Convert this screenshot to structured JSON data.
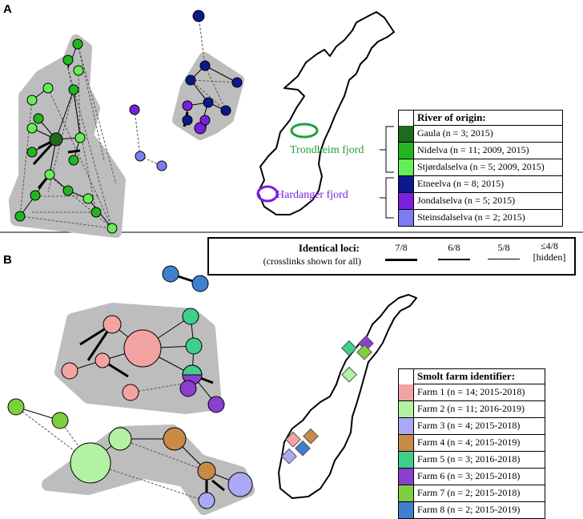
{
  "panels": {
    "a": "A",
    "b": "B"
  },
  "legend_river": {
    "title": "River of origin:",
    "items": [
      {
        "label": "Gaula (n = 3; 2015)",
        "color": "#1e6b1e"
      },
      {
        "label": "Nidelva (n = 11; 2009, 2015)",
        "color": "#22b522"
      },
      {
        "label": "Stjørdalselva (n = 5; 2009, 2015)",
        "color": "#66ee55"
      },
      {
        "label": "Etneelva (n = 8; 2015)",
        "color": "#0a1a8c"
      },
      {
        "label": "Jondalselva (n = 5; 2015)",
        "color": "#7a1fe0"
      },
      {
        "label": "Steinsdalselva (n = 2; 2015)",
        "color": "#7a7ef0"
      }
    ]
  },
  "fjords": {
    "trondheim": {
      "label": "Trondheim fjord",
      "color": "#1e9e3a"
    },
    "hardanger": {
      "label": "Hardanger fjord",
      "color": "#7a1fe0"
    }
  },
  "loci_legend": {
    "title": "Identical loci:",
    "subtitle": "(crosslinks shown for all)",
    "levels": [
      "7/8",
      "6/8",
      "5/8"
    ],
    "hidden_top": "≤4/8",
    "hidden_bottom": "[hidden]"
  },
  "legend_farm": {
    "title": "Smolt farm identifier:",
    "items": [
      {
        "label": "Farm 1 (n = 14; 2015-2018)",
        "color": "#f4a3a3"
      },
      {
        "label": "Farm 2 (n = 11; 2016-2019)",
        "color": "#b2f2a2"
      },
      {
        "label": "Farm 3 (n = 4; 2015-2018)",
        "color": "#a9a9f5"
      },
      {
        "label": "Farm 4 (n = 4; 2015-2019)",
        "color": "#c98a48"
      },
      {
        "label": "Farm 5 (n = 3; 2016-2018)",
        "color": "#3fcf8a"
      },
      {
        "label": "Farm 6 (n = 3; 2015-2018)",
        "color": "#8a3fcf"
      },
      {
        "label": "Farm 7 (n = 2; 2015-2018)",
        "color": "#7fce3f"
      },
      {
        "label": "Farm 8 (n = 2; 2015-2019)",
        "color": "#3f7fcf"
      }
    ]
  }
}
